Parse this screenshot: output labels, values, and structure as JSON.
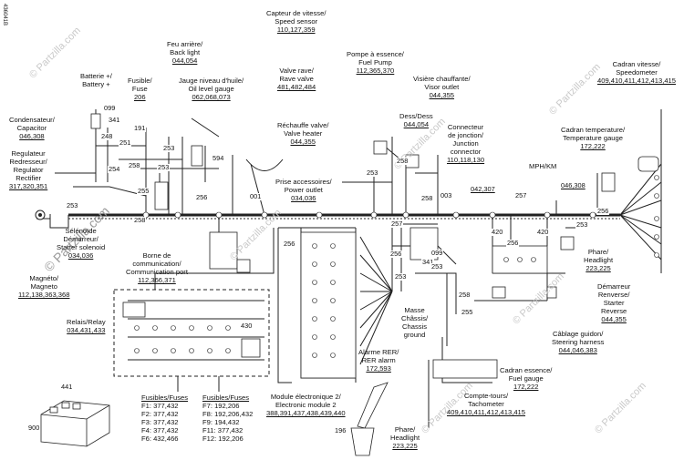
{
  "doc_id": "436041B",
  "watermark": "© Partzilla.com",
  "labels": {
    "speed_sensor": {
      "text": [
        "Capteur de vitesse/",
        "Speed sensor"
      ],
      "refs": "110,127,359"
    },
    "fuel_pump": {
      "text": [
        "Pompe à essence/",
        "Fuel Pump"
      ],
      "refs": "112,365,370"
    },
    "back_light": {
      "text": [
        "Feu arrière/",
        "Back light"
      ],
      "refs": "044,054"
    },
    "battery": {
      "text": [
        "Batterie +/",
        "Battery +"
      ],
      "refs": ""
    },
    "fuse_206": {
      "text": [
        "Fusible/",
        "Fuse"
      ],
      "refs": "206"
    },
    "oil_gauge": {
      "text": [
        "Jauge niveau d'huile/",
        "Oil level gauge"
      ],
      "refs": "062,068,073"
    },
    "valve": {
      "text": [
        "Valve rave/",
        "Rave valve"
      ],
      "refs": "481,482,484"
    },
    "visor_outlet": {
      "text": [
        "Visière chauffante/",
        "Visor outlet"
      ],
      "refs": "044,355"
    },
    "speedometer": {
      "text": [
        "Cadran vitesse/",
        "Speedometer"
      ],
      "refs": "409,410,411,412,413,415"
    },
    "capacitor": {
      "text": [
        "Condensateur/",
        "Capacitor"
      ],
      "refs": "046,308"
    },
    "valve_heater": {
      "text": [
        "Réchauffe valve/",
        "Valve heater"
      ],
      "refs": "044,355"
    },
    "dess": {
      "text": [
        "Dess/Dess"
      ],
      "refs": "044,054"
    },
    "junction": {
      "text": [
        "Connecteur",
        "de jonction/",
        "Junction",
        "connector"
      ],
      "refs": "110,118,130"
    },
    "temp_gauge": {
      "text": [
        "Cadran temperature/",
        "Temperature gauge"
      ],
      "refs": "172,222"
    },
    "regulator": {
      "text": [
        "Regulateur",
        "Redresseur/",
        "Regulator",
        "Rectifier"
      ],
      "refs": "317,320,351"
    },
    "power_outlet": {
      "text": [
        "Prise accessoires/",
        "Power outlet"
      ],
      "refs": "034,036"
    },
    "mph_km": {
      "text": [
        "MPH/KM"
      ],
      "refs": ""
    },
    "solenoid": {
      "text": [
        "Sélénoïde",
        "Démarreur/",
        "Starter solenoid"
      ],
      "refs": "034,036"
    },
    "comm_port": {
      "text": [
        "Borne de",
        "communication/",
        "Communication port"
      ],
      "refs": "112,366,371"
    },
    "headlight_r": {
      "text": [
        "Phare/",
        "Headlight"
      ],
      "refs": "223,225"
    },
    "magneto": {
      "text": [
        "Magnéto/",
        "Magneto"
      ],
      "refs": "112,138,363,368"
    },
    "starter_reverse": {
      "text": [
        "Démarreur",
        "Renverse/",
        "Starter",
        "Reverse"
      ],
      "refs": "044,355"
    },
    "ground": {
      "text": [
        "Masse",
        "Châssis/",
        "Chassis",
        "ground"
      ],
      "refs": ""
    },
    "relay": {
      "text": [
        "Relais/Relay"
      ],
      "refs": "034,431,433"
    },
    "steering_harness": {
      "text": [
        "Câblage guidon/",
        "Steering harness"
      ],
      "refs": "044,046,383"
    },
    "rer_alarm": {
      "text": [
        "Alarme RER/",
        "RER alarm"
      ],
      "refs": "172,593"
    },
    "fuel_gauge": {
      "text": [
        "Cadran essence/",
        "Fuel gauge"
      ],
      "refs": "172,222"
    },
    "tachometer": {
      "text": [
        "Compte-tours/",
        "Tachometer"
      ],
      "refs": "409,410,411,412,413,415"
    },
    "module2": {
      "text": [
        "Module électronique 2/",
        "Electronic module 2"
      ],
      "refs": "388,391,437,438,439,440"
    },
    "headlight_b": {
      "text": [
        "Phare/",
        "Headlight"
      ],
      "refs": "223,225"
    }
  },
  "fuses_left": {
    "title": "Fusibles/Fuses",
    "items": [
      "F1: 377,432",
      "F2: 377,432",
      "F3: 377,432",
      "F4: 377,432",
      "F6: 432,466"
    ]
  },
  "fuses_right": {
    "title": "Fusibles/Fuses",
    "items": [
      "F7: 192,206",
      "F8: 192,206,432",
      "F9: 194,432",
      "F11: 377,432",
      "F12: 192,206"
    ]
  },
  "wire_numbers": {
    "n099a": "099",
    "n341a": "341",
    "n248": "248",
    "n251": "251",
    "n191": "191",
    "n253a": "253",
    "n258a": "258",
    "n594": "594",
    "n254": "254",
    "n253b": "253",
    "n255": "255",
    "n253c": "253",
    "n258b": "258",
    "n256a": "256",
    "n001": "001",
    "n253d": "253",
    "n258c": "258",
    "n003": "003",
    "n258d": "258",
    "n042": "042,307",
    "n257a": "257",
    "n046": "046,308",
    "n256b": "256",
    "n257b": "257",
    "n256c": "256",
    "n420a": "420",
    "n420b": "420",
    "n253e": "253",
    "n256d": "256",
    "n256e": "256",
    "n341b": "341",
    "n099b": "099",
    "n253f": "253",
    "n253g": "253",
    "n258e": "258",
    "n255b": "255",
    "n430": "430",
    "n441": "441",
    "n900": "900",
    "n196": "196"
  }
}
